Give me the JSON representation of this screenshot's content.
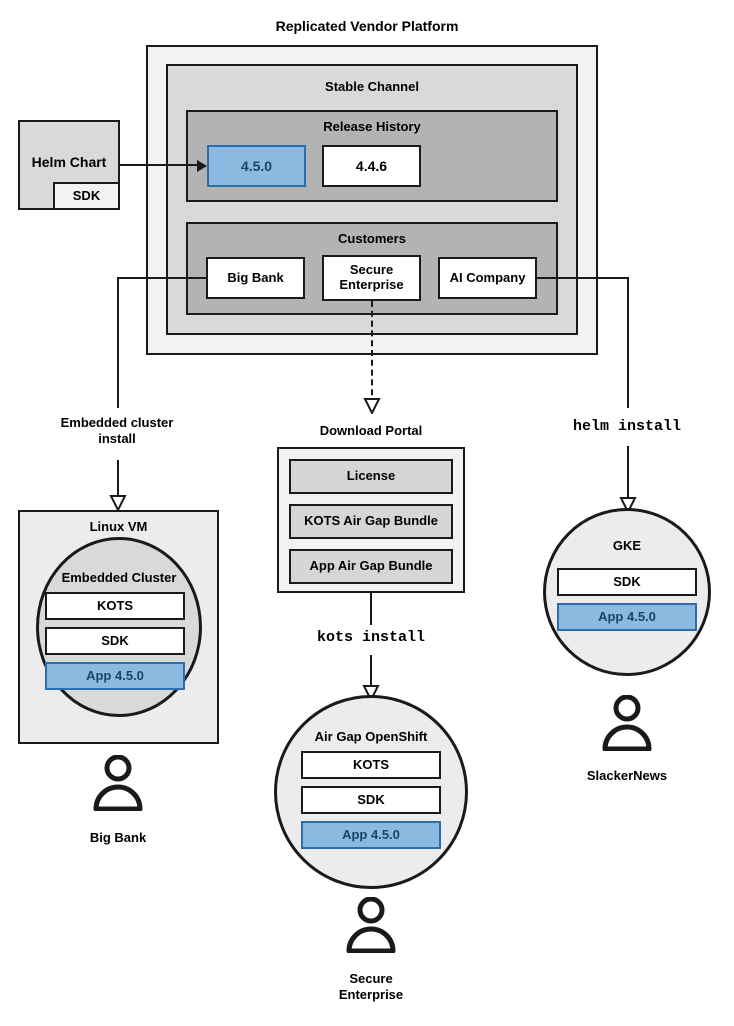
{
  "diagram": {
    "title": "Replicated Vendor Platform",
    "type": "architecture-flow"
  },
  "helm_chart": {
    "label": "Helm Chart",
    "sdk_label": "SDK"
  },
  "platform": {
    "title": "Replicated Vendor Platform",
    "channel": {
      "title": "Stable Channel",
      "release_history": {
        "title": "Release History",
        "releases": [
          {
            "version": "4.5.0",
            "highlighted": true
          },
          {
            "version": "4.4.6",
            "highlighted": false
          }
        ]
      },
      "customers": {
        "title": "Customers",
        "items": [
          {
            "name": "Big Bank"
          },
          {
            "name": "Secure\nEnterprise"
          },
          {
            "name": "AI Company"
          }
        ]
      }
    }
  },
  "flows": {
    "embedded": "Embedded cluster\ninstall",
    "kots": "kots install",
    "helm": "helm install"
  },
  "left_branch": {
    "install_label_line1": "Embedded cluster",
    "install_label_line2": "install",
    "vm_title": "Linux VM",
    "cluster_title": "Embedded Cluster",
    "components": [
      {
        "label": "KOTS",
        "highlighted": false
      },
      {
        "label": "SDK",
        "highlighted": false
      },
      {
        "label": "App 4.5.0",
        "highlighted": true
      }
    ],
    "customer": "Big Bank"
  },
  "center_branch": {
    "portal_title": "Download Portal",
    "portal_items": [
      {
        "label": "License"
      },
      {
        "label": "KOTS Air Gap Bundle"
      },
      {
        "label": "App Air Gap Bundle"
      }
    ],
    "install_command": "kots install",
    "cluster_title": "Air Gap OpenShift",
    "components": [
      {
        "label": "KOTS",
        "highlighted": false
      },
      {
        "label": "SDK",
        "highlighted": false
      },
      {
        "label": "App 4.5.0",
        "highlighted": true
      }
    ],
    "customer_line1": "Secure",
    "customer_line2": "Enterprise"
  },
  "right_branch": {
    "install_command": "helm install",
    "cluster_title": "GKE",
    "components": [
      {
        "label": "SDK",
        "highlighted": false
      },
      {
        "label": "App 4.5.0",
        "highlighted": true
      }
    ],
    "customer": "SlackerNews"
  },
  "colors": {
    "accent_blue_fill": "#8cb9df",
    "accent_blue_border": "#2a6ead",
    "accent_blue_text": "#19446b",
    "stroke": "#1a1a1a",
    "shade_outer": "#f2f2f2",
    "shade_mid": "#d9d9d9",
    "shade_dark": "#b3b3b3"
  },
  "icons": {
    "person": "person-icon",
    "arrow_down": "arrow-down-icon",
    "arrow_right": "arrow-right-icon"
  }
}
